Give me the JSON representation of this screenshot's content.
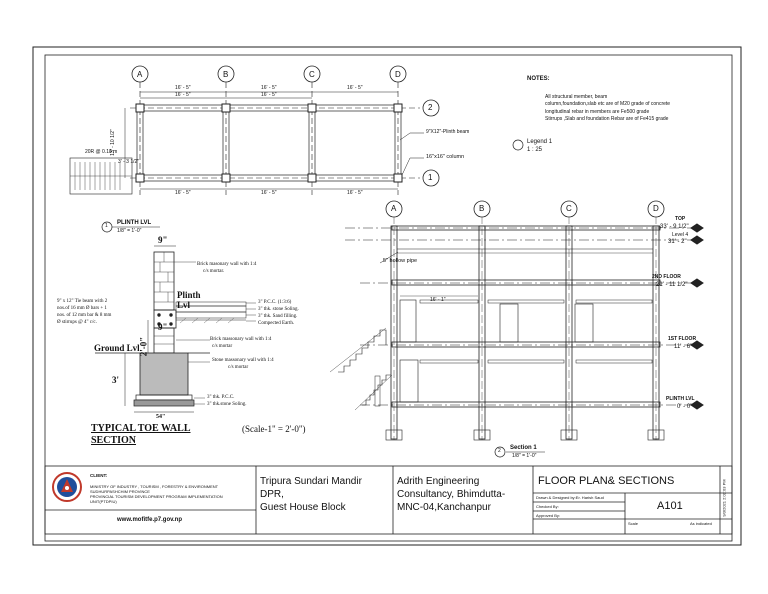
{
  "grid": {
    "top": {
      "A": "A",
      "B": "B",
      "C": "C",
      "D": "D"
    },
    "right": {
      "r2": "2",
      "r1": "1"
    },
    "dims_top": [
      "16' - 5\"",
      "16' - 5\"",
      "16' - 5\""
    ],
    "dims_top2": [
      "16' - 5\"",
      "16' - 5\""
    ],
    "dims_bottom": [
      "16' - 5\"",
      "16' - 5\"",
      "16' - 5\""
    ],
    "side_dim": "13' - 10 1/2\"",
    "stair_note": "20R @ 0.18 m",
    "stair_dim": "3' - 3 1/2\"",
    "plinth_beam": "9\"X12\"-Plinth beam",
    "column": "16\"x16\" column"
  },
  "notes": {
    "title": "NOTES:",
    "items": [
      "All structural member, beam",
      "column,foundation,slab etc are of M20 grade of concrete",
      "longitudinal rebar in members are Fe500 grade",
      "Stirrups ,Slab and foundation Rebar are of Fe415 grade"
    ]
  },
  "legend": {
    "title": "Legend 1",
    "scale": "1 : 25"
  },
  "plinth_lvl_tag": {
    "num": "1",
    "title": "PLINTH LVL",
    "scale": "1/8\" = 1'-0\""
  },
  "wall": {
    "dim_top": "9\"",
    "brick_note1": "Brick masonary wall with 1:4",
    "brick_note1b": "c/s mortar.",
    "plinth": "Plinth",
    "lvl": "Lvl",
    "tie_beam_1": "9\" x 12\" Tie beam with 2",
    "tie_beam_2": "nos.of 16 mm Ø bars + 1",
    "tie_beam_3": "nos. of 12 mm bar & 8 mm",
    "tie_beam_4": "Ø  stirrups @ 4\" c/c.",
    "pcc_top": "3\" P.C.C. (1:3:6)",
    "stone_soling": "3\" thk. stone Soling.",
    "sand_filling": "3\" thk. Sand filling.",
    "compacted": "Compected Earth.",
    "dim_9": "9\"",
    "dim_2_0": "2'-0\"",
    "brick_note2": "Brick massonary wall with 1:4",
    "brick_note2b": "c/s mortar",
    "ground": "Ground  Lvl",
    "stone_note": "Stone massonary wall with 1:4",
    "stone_note2": "c/s mortar",
    "dim_3": "3'",
    "pcc_bottom": "3\" thk. P.C.C.",
    "stone_bottom": "3\" thk.stone Soling.",
    "dim_bottom": "54\"",
    "title1": "TYPICAL TOE WALL",
    "title2": "SECTION",
    "scale": "(Scale-1\" = 2'-0\")"
  },
  "section": {
    "grid": [
      "A",
      "B",
      "C",
      "D"
    ],
    "hollow_pipe": "5\" hollow pipe",
    "top": {
      "label": "TOP",
      "val": "33' - 9 1/2\"",
      "sub": "Level 4",
      "sub_val": "31' - 2\""
    },
    "second": {
      "label": "2ND FLOOR",
      "val": "21' - 11 1/2\""
    },
    "first": {
      "label": "1ST FLOOR",
      "val": "11' - 6\""
    },
    "plinth": {
      "label": "PLINTH LVL",
      "val": "0' - 0\""
    },
    "span": "16' - 1\"",
    "tag_num": "2",
    "tag_title": "Section 1",
    "tag_scale": "1/8\" = 1'-0\""
  },
  "title_block": {
    "client_label": "CLIENT:",
    "client_lines": [
      "MINISTRY OF INDUSTRY , TOURISM , FORESTRY & ENVIRONMENT",
      "SUDHURPASHCHIM PROVINCE",
      "PROVINCIAL TOURISM DEVELOPMENT PROGRAM IMPLEMENTATION",
      "UNIT(PTDPIU)"
    ],
    "website": "www.mofitfe.p7.gov.np",
    "project_1": "Tripura Sundari Mandir",
    "project_2": "DPR,",
    "project_3": "Guest House Block",
    "consultant_1": "Adrith Engineering",
    "consultant_2": "Consultancy, Bhimdutta-",
    "consultant_3": "MNC-04,Kanchanpur",
    "sheet_title": "FLOOR PLAN& SECTIONS",
    "drawn_by": "Drawn & Designed by:Er. Harish Saud",
    "checked_by": "Checked By:",
    "approved_by": "Approved By:",
    "sheet_no": "A101",
    "scale_label": "Scale",
    "scale_val": "As indicated",
    "date_side": "9/3/2021 2:02:03 PM"
  },
  "colors": {
    "line": "#222222",
    "hatch": "#555555",
    "logo_red": "#c0392b",
    "logo_blue": "#1f4e9c"
  }
}
